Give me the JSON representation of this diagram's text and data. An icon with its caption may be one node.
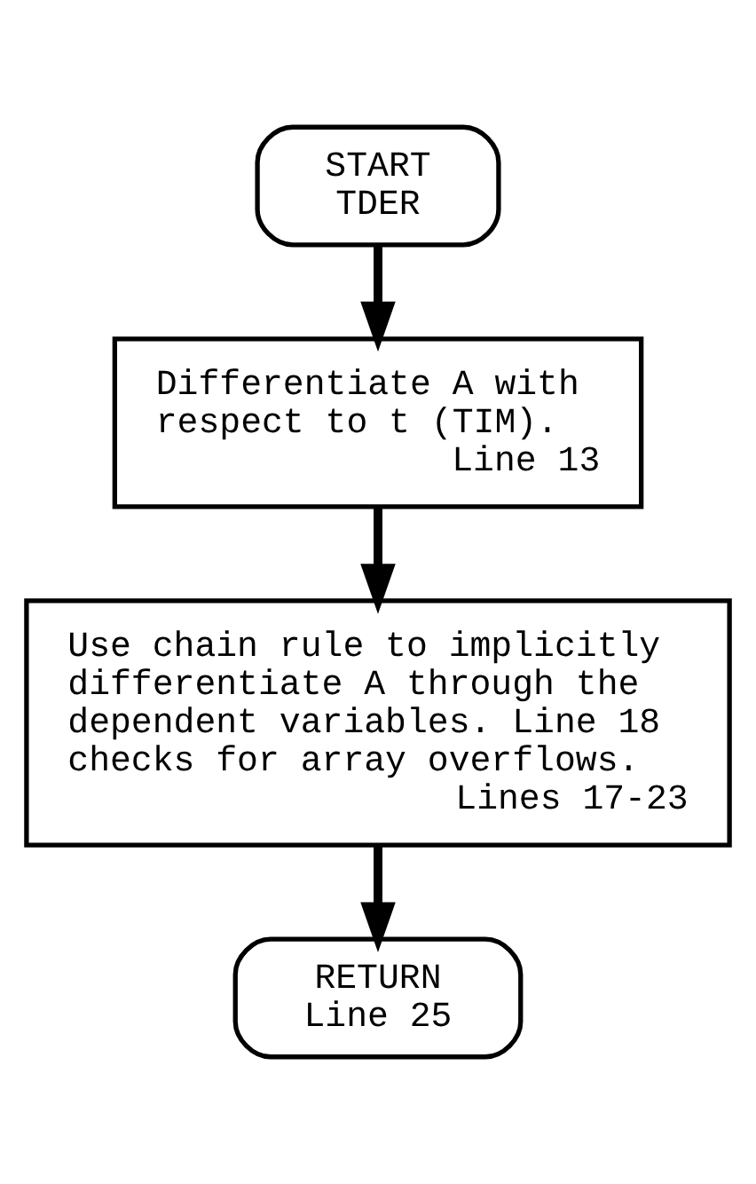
{
  "diagram": {
    "nodes": [
      {
        "text": [
          "START",
          "TDER"
        ]
      },
      {
        "text": [
          "Differentiate A with respect to t (TIM).",
          "Line 13"
        ]
      },
      {
        "text": [
          "Use chain rule to implicitly differentiate A through the dependent variables. Line 18 checks for array overflows.",
          "Lines 17-23"
        ]
      },
      {
        "text": [
          "RETURN",
          "Line 25"
        ]
      }
    ],
    "edges": [
      {
        "from": 0,
        "to": 1,
        "arrow": "to"
      },
      {
        "from": 1,
        "to": 2,
        "arrow": "to"
      },
      {
        "from": 2,
        "to": 3,
        "arrow": "to"
      }
    ]
  }
}
